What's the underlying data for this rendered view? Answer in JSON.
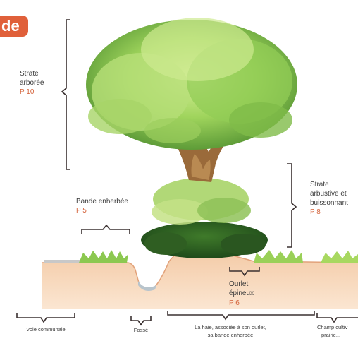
{
  "section_tag": "de",
  "labels": {
    "strate_arboree": {
      "line1": "Strate",
      "line2": "arborée",
      "page": "P 10"
    },
    "strate_arbustive": {
      "line1": "Strate",
      "line2": "arbustive et",
      "line3": "buissonnant",
      "page": "P 8"
    },
    "bande_enherbee": {
      "line1": "Bande enherbée",
      "page": "P 5"
    },
    "ourlet": {
      "line1": "Ourlet",
      "line2": "épineux",
      "page": "P 6"
    }
  },
  "bottom_labels": {
    "voie": "Voie communale",
    "fosse": "Fossé",
    "haie_line1": "La haie, associée à son ourlet,",
    "haie_line2": "sa bande enherbée",
    "champ_line1": "Champ cultiv",
    "champ_line2": "prairie..."
  },
  "colors": {
    "accent": "#e0603a",
    "page_ref": "#d4623a",
    "bracket": "#3a3030",
    "soil": "#f0c09a",
    "foliage_light": "#bfe07a",
    "foliage_mid": "#8cc850",
    "foliage_dark": "#4e8a32",
    "trunk": "#9a6a3a"
  }
}
